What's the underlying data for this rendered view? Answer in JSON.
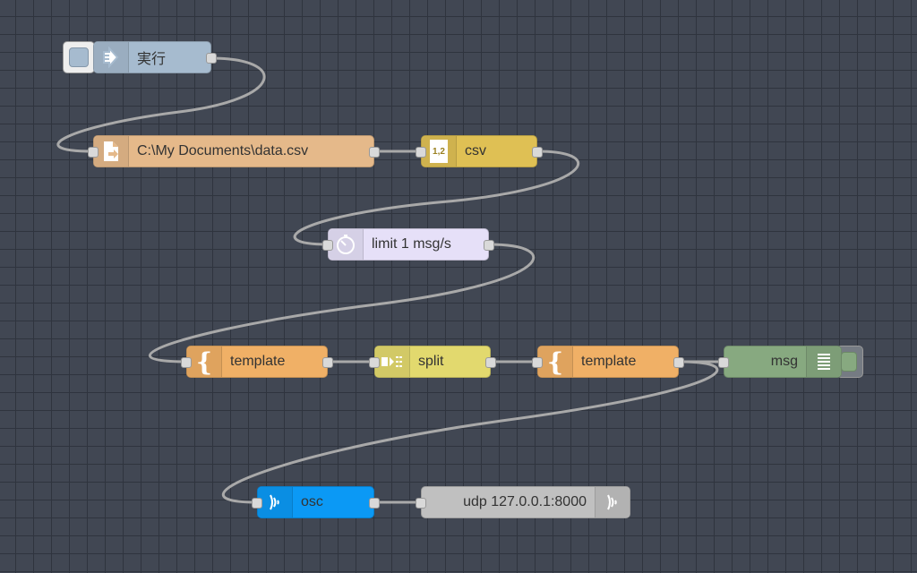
{
  "canvas": {
    "grid_color": "#2f343e",
    "background": "#414753",
    "wire_color": "#a9a9a9"
  },
  "nodes": {
    "inject": {
      "label": "実行",
      "color": "#a6bbcf",
      "icon": "arrow-in-icon"
    },
    "file_in": {
      "label": "C:\\My Documents\\data.csv",
      "color": "#e5b98a",
      "icon": "file-in-icon"
    },
    "csv": {
      "label": "csv",
      "color": "#dfc054",
      "icon": "csv-icon",
      "icon_text": "1,2"
    },
    "delay": {
      "label": "limit 1 msg/s",
      "color": "#e6e0f8",
      "icon": "timer-icon"
    },
    "template1": {
      "label": "template",
      "color": "#f0b066",
      "icon": "template-icon",
      "icon_text": "{"
    },
    "split": {
      "label": "split",
      "color": "#e2d96e",
      "icon": "split-icon"
    },
    "template2": {
      "label": "template",
      "color": "#f0b066",
      "icon": "template-icon",
      "icon_text": "{"
    },
    "debug": {
      "label": "msg",
      "color": "#87a980",
      "icon": "debug-list-icon"
    },
    "osc": {
      "label": "osc",
      "color": "#0b99f5",
      "icon": "osc-wave-icon"
    },
    "udp_out": {
      "label": "udp 127.0.0.1:8000",
      "color": "#c0c0c0",
      "icon": "udp-wave-icon"
    }
  }
}
